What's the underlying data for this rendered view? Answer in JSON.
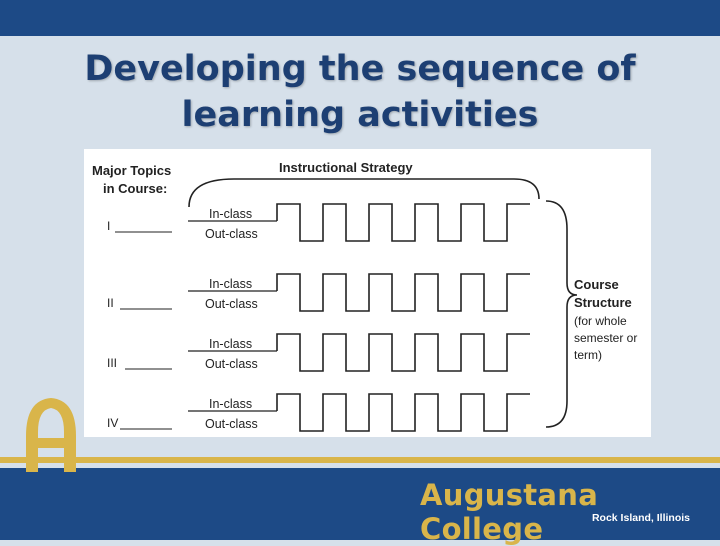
{
  "slide": {
    "title_line1": "Developing the sequence of",
    "title_line2": "learning activities",
    "accent": "#d9b54a",
    "brand_blue": "#1d4a86"
  },
  "diagram": {
    "major_topics_line1": "Major Topics",
    "major_topics_line2": "in Course:",
    "instructional_strategy": "Instructional Strategy",
    "rows": [
      {
        "topic": "I",
        "in_label": "In-class",
        "out_label": "Out-class"
      },
      {
        "topic": "II",
        "in_label": "In-class",
        "out_label": "Out-class"
      },
      {
        "topic": "III",
        "in_label": "In-class",
        "out_label": "Out-class"
      },
      {
        "topic": "IV",
        "in_label": "In-class",
        "out_label": "Out-class"
      }
    ],
    "course_structure_line1": "Course",
    "course_structure_line2": "Structure",
    "course_structure_note": [
      "(for whole",
      "semester or",
      "term)"
    ]
  },
  "footer": {
    "college_name": "Augustana College",
    "location": "Rock Island, Illinois"
  }
}
